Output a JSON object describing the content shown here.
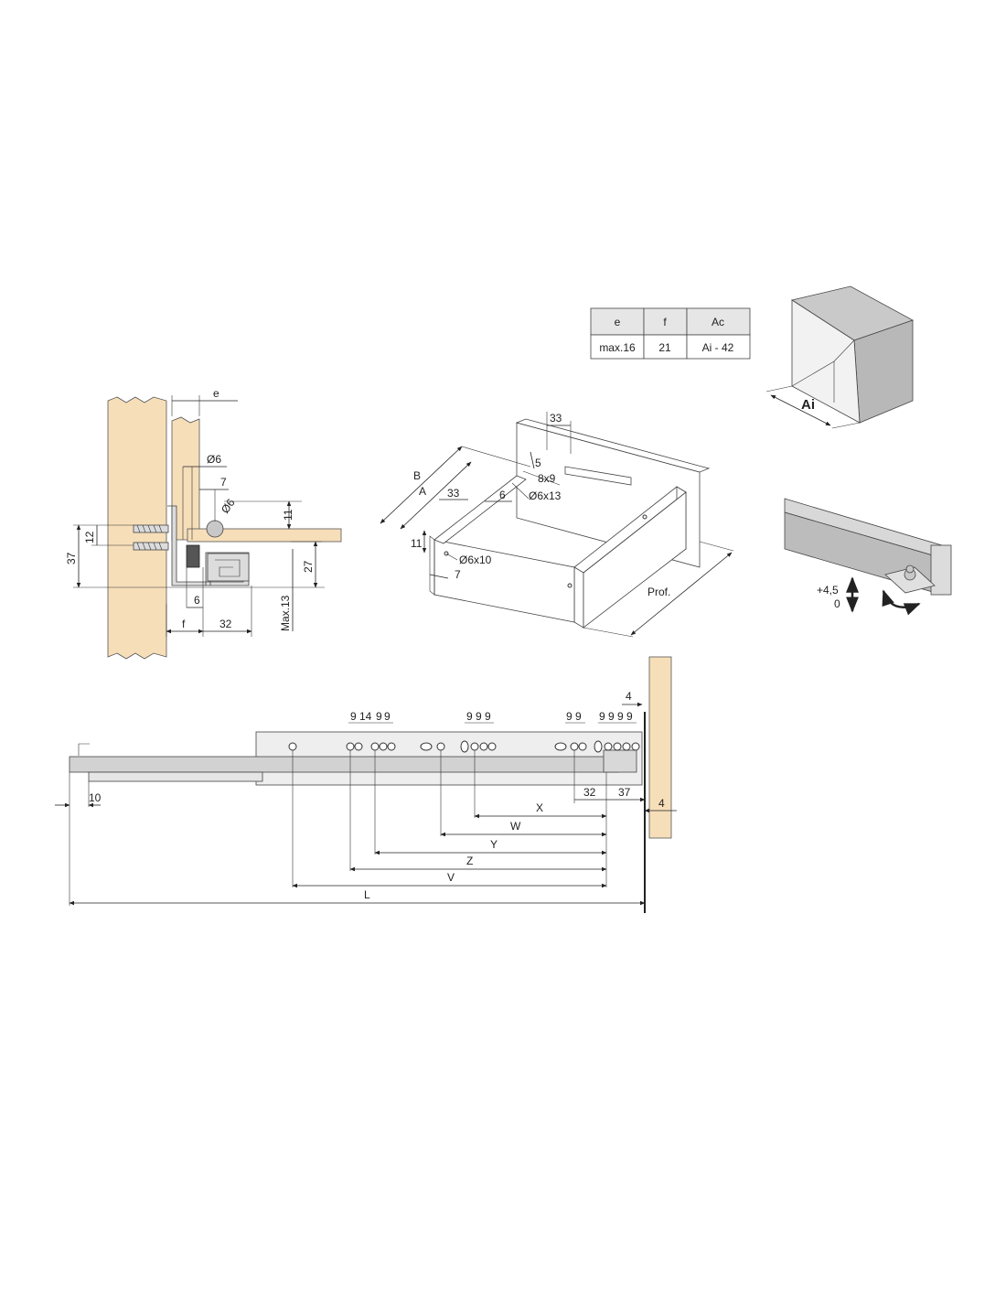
{
  "table": {
    "headers": [
      "e",
      "f",
      "Ac"
    ],
    "values": [
      "max.16",
      "21",
      "Ai - 42"
    ]
  },
  "cabinet": {
    "label": "Ai"
  },
  "section": {
    "e": "e",
    "d6a": "Ø6",
    "n7": "7",
    "d6b": "Ø6",
    "n11": "11",
    "n12": "12",
    "n37": "37",
    "n27": "27",
    "n6": "6",
    "f": "f",
    "n32": "32",
    "max13": "Max.13"
  },
  "drawer": {
    "n33top": "33",
    "n5": "5",
    "b": "B",
    "n8x9": "8x9",
    "a": "A",
    "n33": "33",
    "n6": "6",
    "d6x13": "Ø6x13",
    "n11": "11",
    "d6x10": "Ø6x10",
    "n7": "7",
    "prof": "Prof."
  },
  "adjuster": {
    "plus": "+4,5",
    "zero": "0"
  },
  "runner": {
    "h9_1": "9",
    "h14": "14",
    "h9_2": "9",
    "h9_3": "9",
    "g1": "9",
    "g2": "9",
    "g3": "9",
    "k1": "9",
    "k2": "9",
    "m1": "9",
    "m2": "9",
    "m3": "9",
    "m4": "9",
    "n4top": "4",
    "n4right": "4",
    "n10": "10",
    "n32": "32",
    "n37": "37",
    "x": "X",
    "w": "W",
    "y": "Y",
    "z": "Z",
    "v": "V",
    "l": "L"
  }
}
